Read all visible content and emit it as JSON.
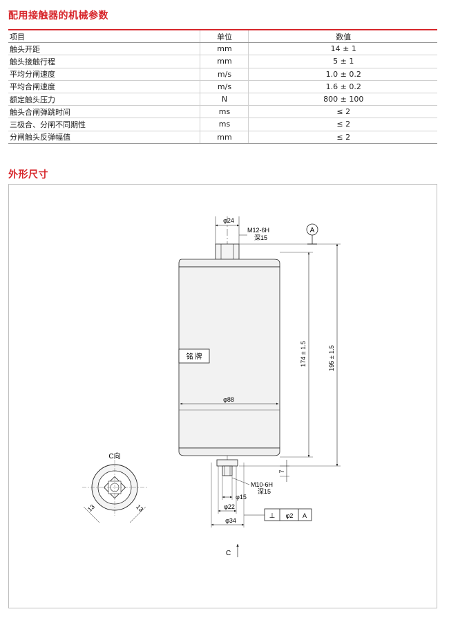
{
  "section1_title": "配用接触器的机械参数",
  "table": {
    "headers": [
      "项目",
      "单位",
      "数值"
    ],
    "rows": [
      [
        "触头开距",
        "mm",
        "14 ± 1"
      ],
      [
        "触头接触行程",
        "mm",
        "5 ± 1"
      ],
      [
        "平均分闸速度",
        "m/s",
        "1.0 ± 0.2"
      ],
      [
        "平均合闸速度",
        "m/s",
        "1.6 ± 0.2"
      ],
      [
        "额定触头压力",
        "N",
        "800 ± 100"
      ],
      [
        "触头合闸弹跳时间",
        "ms",
        "≤ 2"
      ],
      [
        "三极合、分闸不同期性",
        "ms",
        "≤ 2"
      ],
      [
        "分闸触头反弹幅值",
        "mm",
        "≤ 2"
      ]
    ]
  },
  "section2_title": "外形尺寸",
  "drawing": {
    "top_dia": "φ24",
    "top_thread": "M12-6H",
    "top_depth": "深15",
    "datum_a": "A",
    "body_dia": "φ88",
    "nameplate": "铭  牌",
    "height_174": "174 ± 1.5",
    "height_195": "195 ± 1.5",
    "dim_7": "7",
    "bottom_thread": "M10-6H",
    "bottom_depth": "深15",
    "dia_15": "φ15",
    "dia_22": "φ22",
    "dia_34": "φ34",
    "tol_symbol": "⊥",
    "tol_value": "φ2",
    "tol_datum": "A",
    "view_c_label": "C向",
    "dim_13_left": "13",
    "dim_13_right": "13",
    "arrow_c": "C"
  }
}
